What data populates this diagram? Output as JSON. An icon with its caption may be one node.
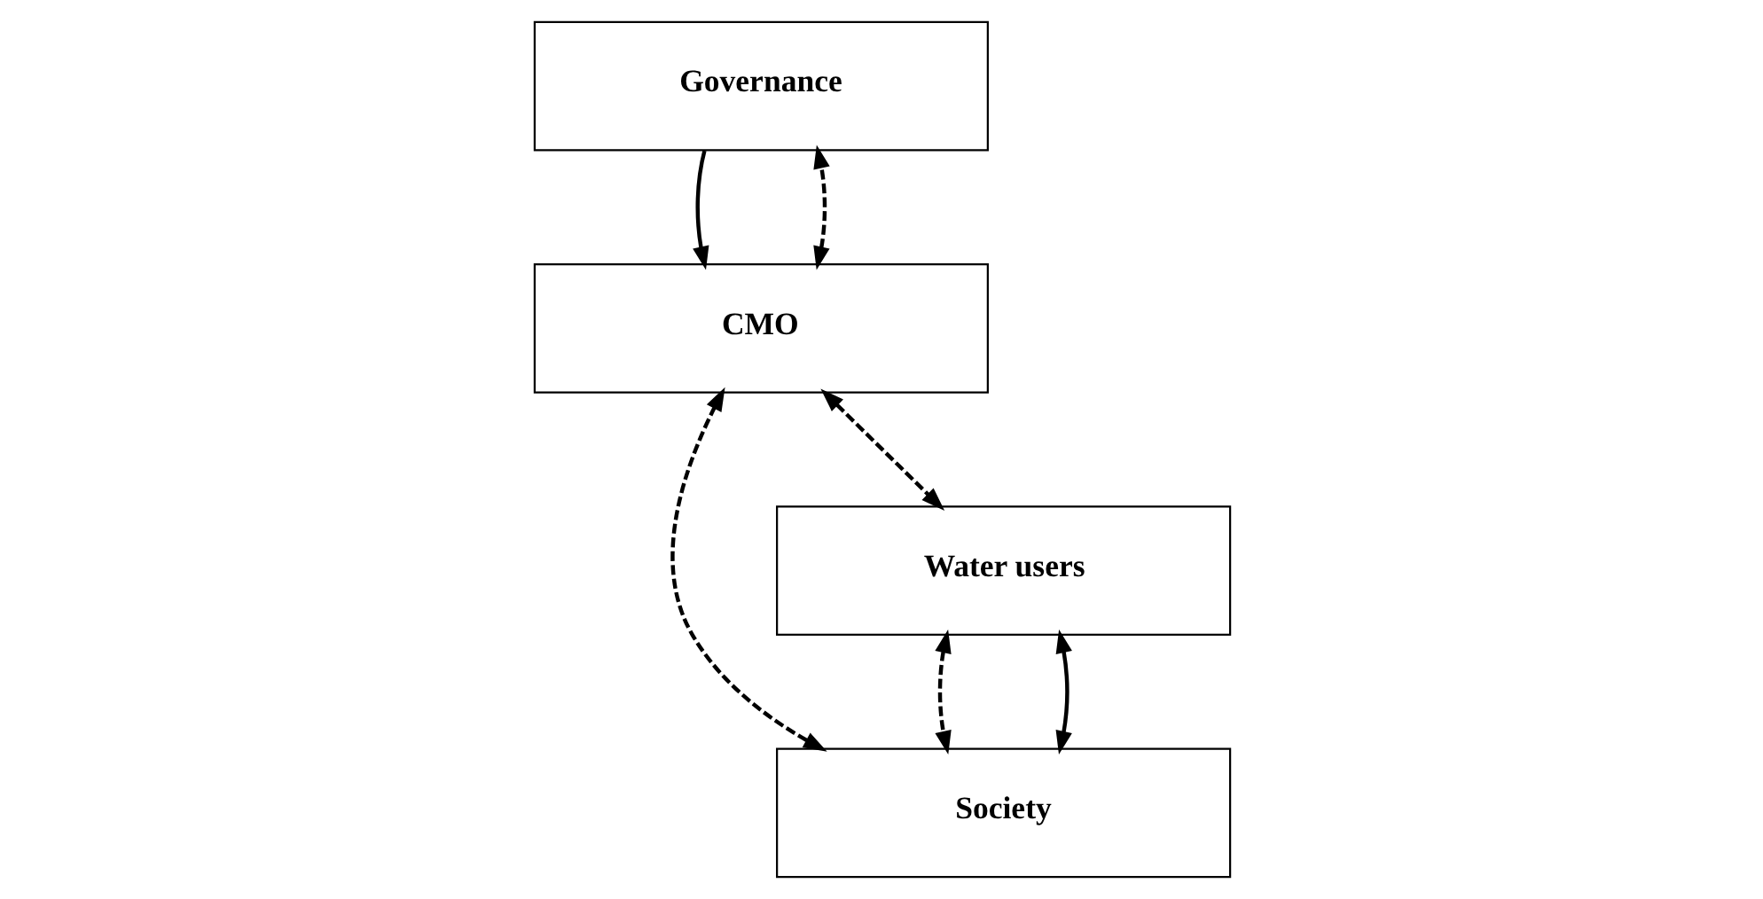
{
  "diagram": {
    "nodes": [
      {
        "text": [
          "Governance"
        ]
      },
      {
        "text": [
          "Society"
        ]
      },
      {
        "text": [
          "CMO"
        ]
      },
      {
        "text": [
          "Water users"
        ]
      }
    ],
    "edges": [
      {
        "from": 0,
        "to": 2,
        "arrow": "to"
      },
      {
        "from": 2,
        "to": 0,
        "arrow": "both",
        "style": "dashed"
      },
      {
        "from": 2,
        "to": 1,
        "arrow": "both",
        "style": "dashed"
      },
      {
        "from": 2,
        "to": 3,
        "arrow": "both",
        "style": "dashed"
      },
      {
        "from": 3,
        "to": 1,
        "arrow": "both",
        "style": "dashed"
      },
      {
        "from": 3,
        "to": 1,
        "arrow": "both"
      }
    ]
  }
}
